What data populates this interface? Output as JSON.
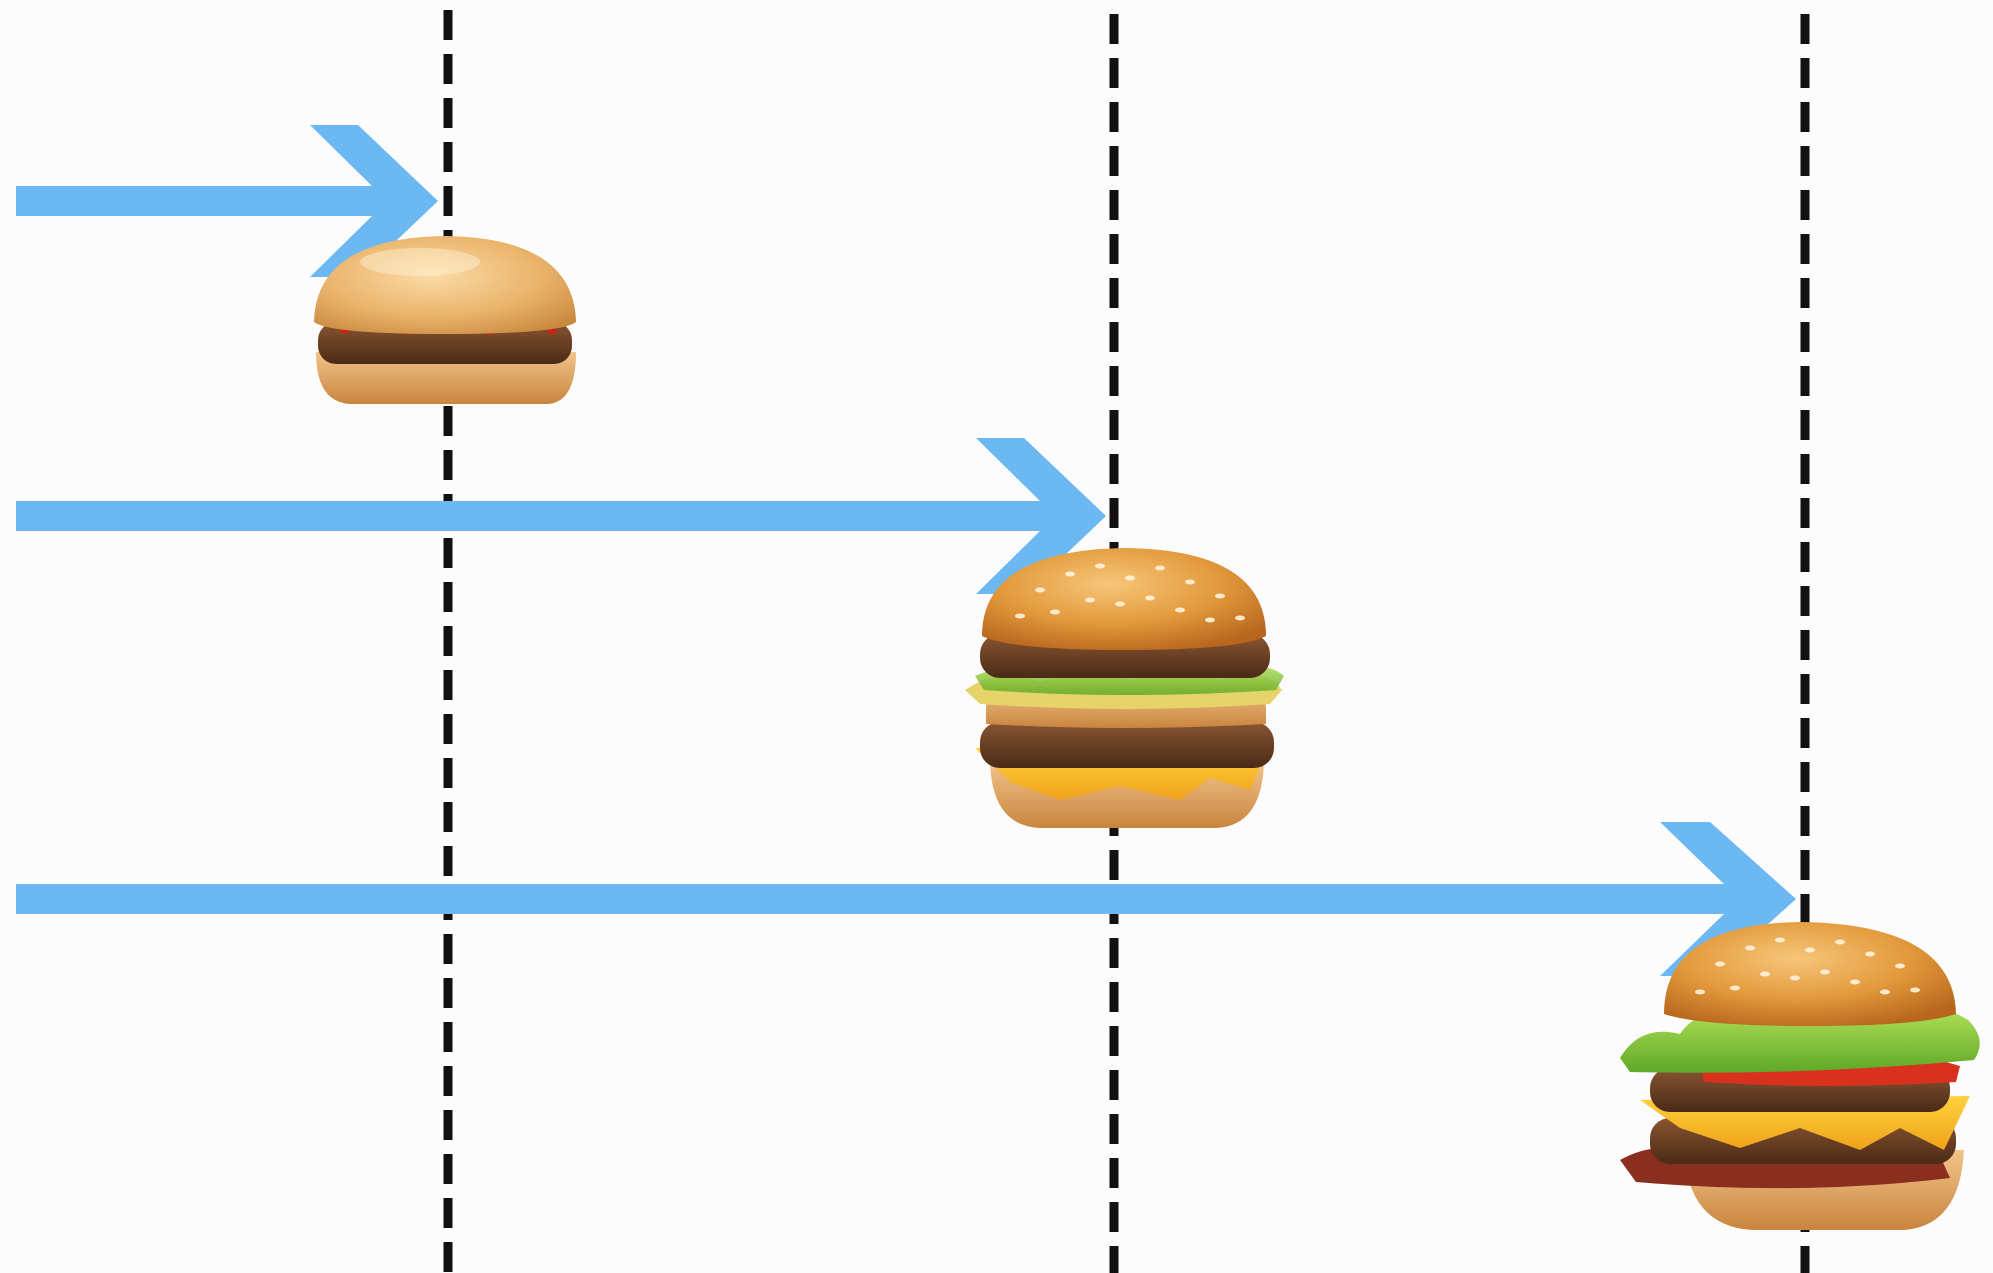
{
  "diagram": {
    "background_color": "#fcfcfc",
    "arrow_color": "#6cb8f2",
    "divider_color": "#111111",
    "stages": [
      {
        "id": "small",
        "item": "hamburger-icon"
      },
      {
        "id": "medium",
        "item": "double-decker-burger-icon"
      },
      {
        "id": "large",
        "item": "loaded-deluxe-burger-icon"
      }
    ]
  }
}
